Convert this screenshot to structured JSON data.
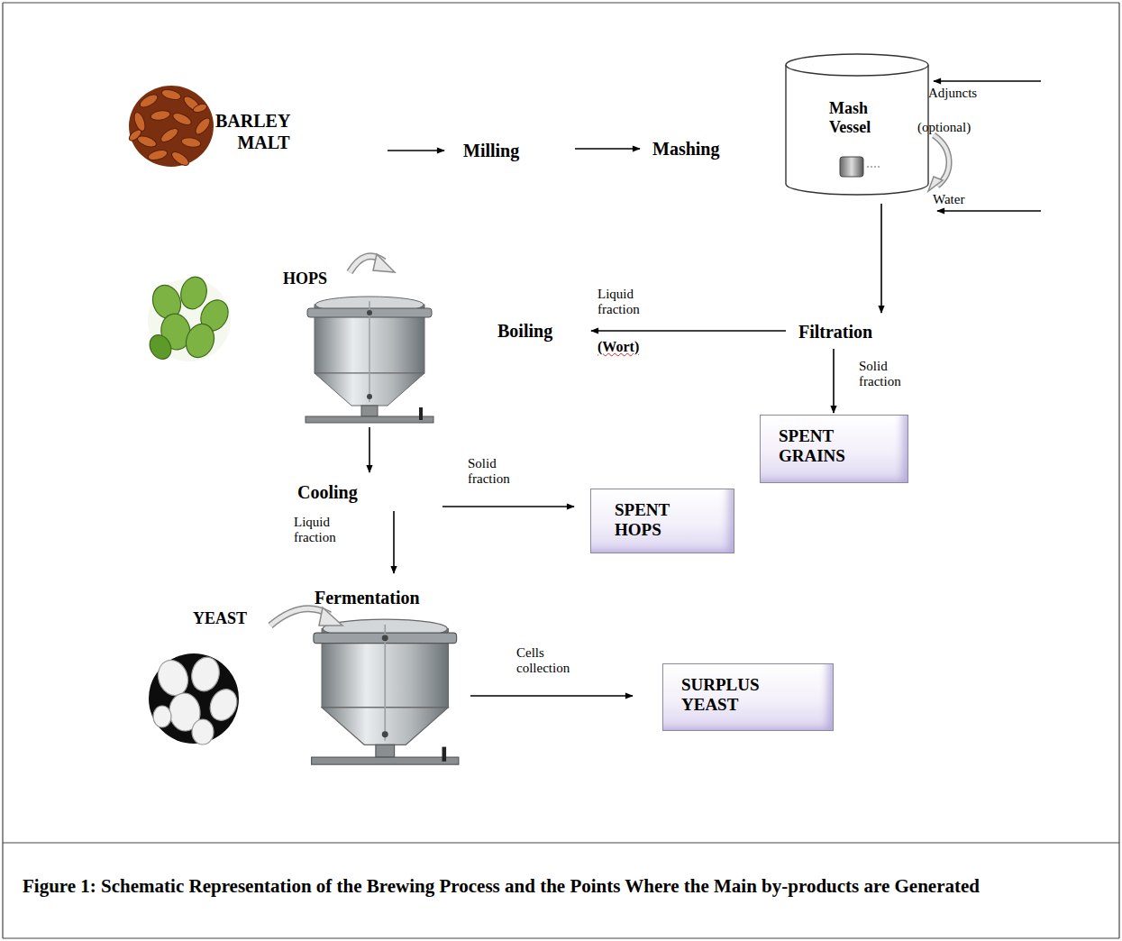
{
  "diagram": {
    "caption": "Figure 1: Schematic Representation of the Brewing Process and the Points Where the Main by-products are Generated",
    "nodes": [
      {
        "text": [
          "BARLEY MALT"
        ]
      },
      {
        "text": [
          "Milling"
        ]
      },
      {
        "text": [
          "Mashing"
        ]
      },
      {
        "text": [
          "Mash Vessel"
        ]
      },
      {
        "text": [
          "Filtration"
        ]
      },
      {
        "text": [
          "SPENT GRAINS"
        ]
      },
      {
        "text": [
          "Boiling"
        ]
      },
      {
        "text": [
          "HOPS"
        ]
      },
      {
        "text": [
          "Cooling"
        ]
      },
      {
        "text": [
          "SPENT HOPS"
        ]
      },
      {
        "text": [
          "Fermentation"
        ]
      },
      {
        "text": [
          "YEAST"
        ]
      },
      {
        "text": [
          "SURPLUS YEAST"
        ]
      }
    ],
    "edges": [
      {
        "from": 0,
        "to": 1,
        "arrow": "to"
      },
      {
        "from": 1,
        "to": 2,
        "arrow": "to"
      },
      {
        "from": 3,
        "to": 4,
        "arrow": "to"
      },
      {
        "from": 4,
        "to": 6,
        "label": "Liquid fraction",
        "arrow": "to"
      },
      {
        "from": 4,
        "to": 5,
        "label": "Solid fraction",
        "arrow": "to"
      },
      {
        "from": 8,
        "to": 9,
        "label": "Solid fraction",
        "arrow": "to"
      },
      {
        "from": 8,
        "to": 10,
        "label": "Liquid fraction",
        "arrow": "to"
      }
    ],
    "labels": [
      "Adjuncts",
      "(optional)",
      "Water",
      "(Wort)",
      "Cells collection"
    ]
  }
}
